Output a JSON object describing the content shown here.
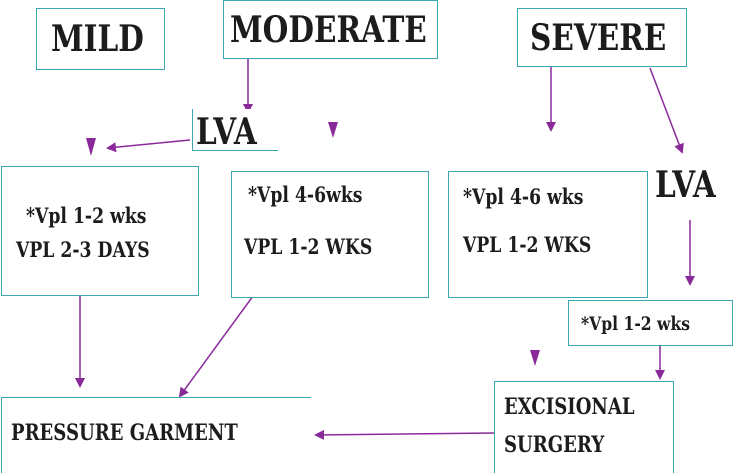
{
  "headers": {
    "mild": "MILD",
    "moderate": "MODERATE",
    "severe": "SEVERE"
  },
  "lva_labels": [
    "LVA",
    "LVA"
  ],
  "boxes": {
    "mild_box": {
      "line1": "*Vpl 1-2 wks",
      "line2": "VPL 2-3 DAYS"
    },
    "moderate_box": {
      "line1": "*Vpl 4-6wks",
      "line2": "VPL 1-2 WKS"
    },
    "severe_box": {
      "line1": "*Vpl 4-6 wks",
      "line2": "VPL 1-2 WKS"
    },
    "severe_lva_box": {
      "line1": "*Vpl 1-2 wks"
    }
  },
  "outcomes": {
    "pressure_garment": "PRESSURE GARMENT",
    "excisional_line1": "EXCISIONAL",
    "excisional_line2": "SURGERY"
  },
  "colors": {
    "arrow": "#8a2a9a",
    "box_border": "#3aa6b0",
    "text": "#1c1c1c"
  }
}
